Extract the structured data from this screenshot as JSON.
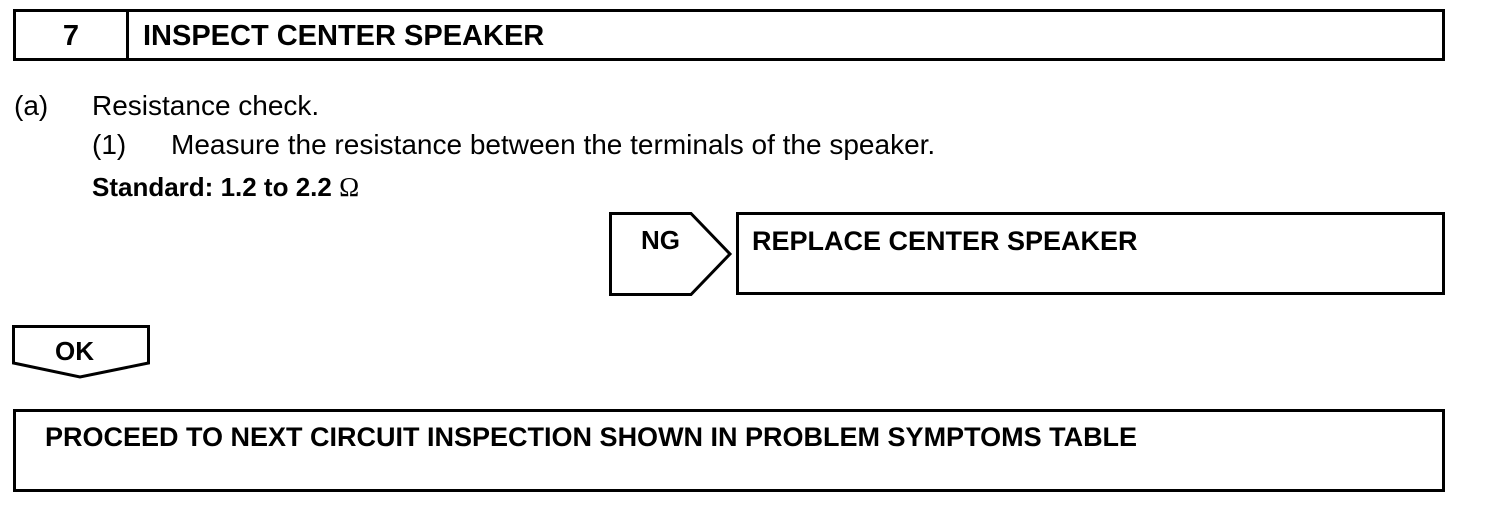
{
  "step": {
    "number": "7",
    "title": "INSPECT CENTER SPEAKER"
  },
  "item_a": {
    "marker": "(a)",
    "text": "Resistance check."
  },
  "item_1": {
    "marker": "(1)",
    "text": "Measure the resistance between the terminals of the speaker."
  },
  "standard": {
    "label": "Standard: 1.2 to 2.2",
    "unit": "Ω"
  },
  "ng_branch": {
    "label": "NG",
    "action": "REPLACE CENTER SPEAKER"
  },
  "ok_branch": {
    "label": "OK",
    "action": "PROCEED TO NEXT CIRCUIT INSPECTION SHOWN IN PROBLEM SYMPTOMS TABLE"
  }
}
